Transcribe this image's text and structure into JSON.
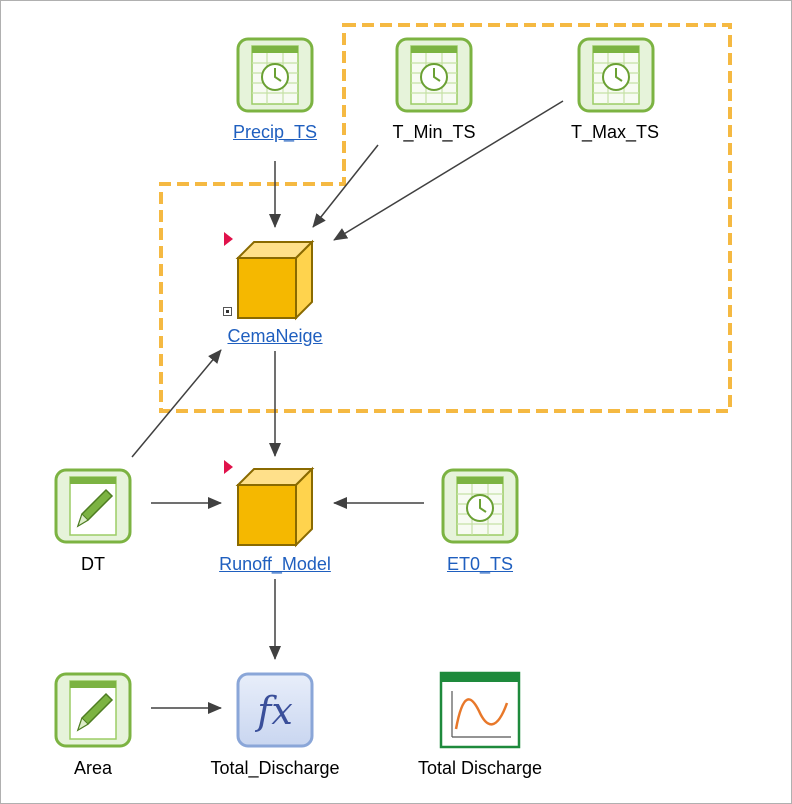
{
  "colors": {
    "selection_border": "#f5b942",
    "connector": "#404040",
    "variable_green": "#7cb342",
    "module_gold": "#f5b800",
    "function_blue": "#8aa6d8",
    "link_blue": "#1f5fbf",
    "marker_red": "#e0124b"
  },
  "nodes": {
    "precip_ts": {
      "label": "Precip_TS",
      "icon": "time-series-icon",
      "hyperlink": true
    },
    "t_min_ts": {
      "label": "T_Min_TS",
      "icon": "time-series-icon",
      "hyperlink": false
    },
    "t_max_ts": {
      "label": "T_Max_TS",
      "icon": "time-series-icon",
      "hyperlink": false
    },
    "cemaneige": {
      "label": "CemaNeige",
      "icon": "container-cube-icon",
      "hyperlink": true
    },
    "runoff_model": {
      "label": "Runoff_Model",
      "icon": "container-cube-icon",
      "hyperlink": true
    },
    "dt": {
      "label": "DT",
      "icon": "data-pencil-icon",
      "hyperlink": false
    },
    "et0_ts": {
      "label": "ET0_TS",
      "icon": "time-series-icon",
      "hyperlink": true
    },
    "area": {
      "label": "Area",
      "icon": "data-pencil-icon",
      "hyperlink": false
    },
    "total_discharge_fn": {
      "label": "Total_Discharge",
      "icon": "function-fx-icon",
      "hyperlink": false
    },
    "total_discharge_chart": {
      "label": "Total Discharge",
      "icon": "time-history-chart-icon",
      "hyperlink": false
    }
  },
  "fx_symbol": "fx"
}
